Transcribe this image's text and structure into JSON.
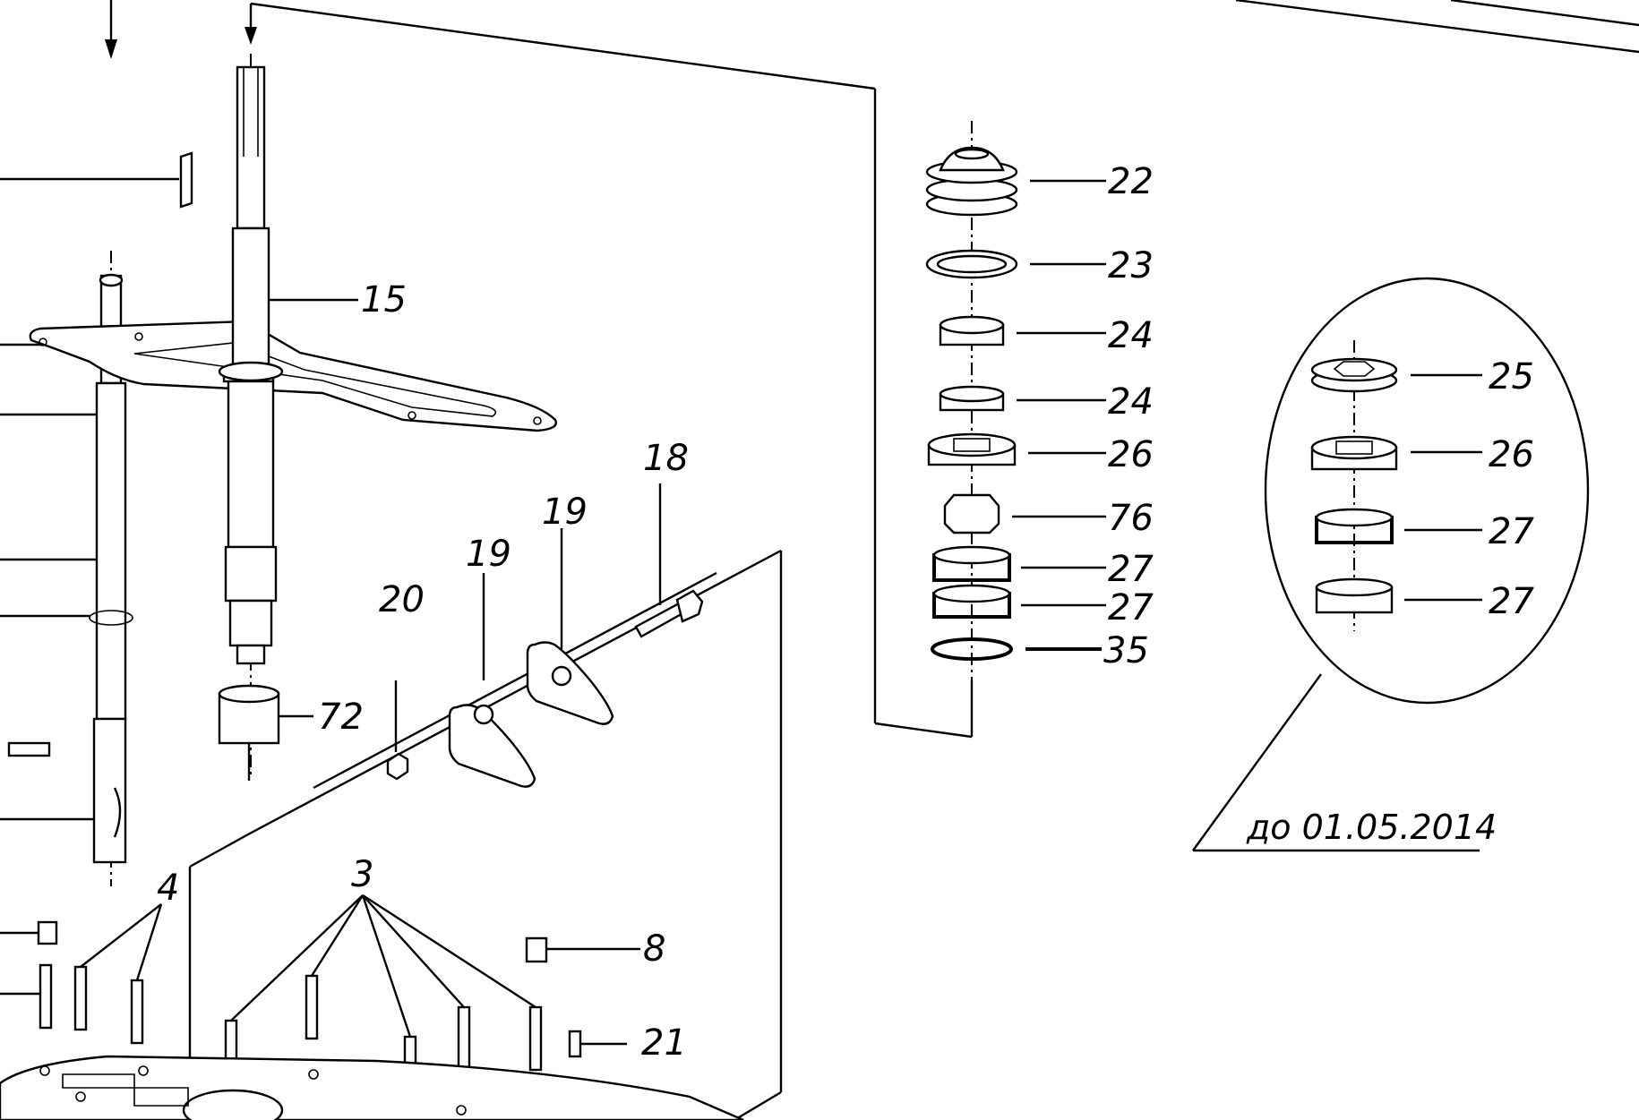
{
  "diagram": {
    "callouts": {
      "shaft_main": "15",
      "bushing": "72",
      "bolt": "18",
      "plate_upper": "19",
      "plate_lower": "19",
      "nut_small": "20",
      "studs_group": "3",
      "studs_pair": "4",
      "cap_nut": "8",
      "sleeve": "21",
      "bearing_cap": "22",
      "ring_seal": "23",
      "bearing_upper": "24",
      "bearing_lower": "24",
      "washer_cup": "26",
      "nut_hex": "76",
      "bearing_a": "27",
      "bearing_b": "27",
      "o_ring": "35",
      "detail_washer": "25",
      "detail_cup": "26",
      "detail_bearing_a": "27",
      "detail_bearing_b": "27"
    },
    "detail_note": "до 01.05.2014"
  }
}
